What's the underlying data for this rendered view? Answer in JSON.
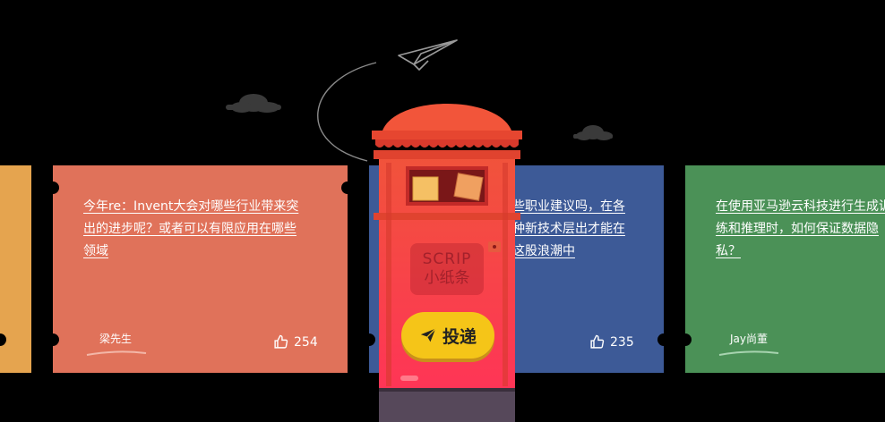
{
  "cards": [
    {
      "id": "card-left-partial",
      "color": "#e5a44f"
    },
    {
      "id": "card-1",
      "color": "#e0725a",
      "question": "今年re：Invent大会对哪些行业带来突出的进步呢？或者可以有限应用在哪些领域",
      "author": "梁先生",
      "likes": "254"
    },
    {
      "id": "card-2",
      "color": "#3d5a97",
      "question": "些职业建议吗，在各种新技术层出才能在这股浪潮中",
      "likes": "235"
    },
    {
      "id": "card-3",
      "color": "#4b9157",
      "question": "在使用亚马逊云科技进行生成训练和推理时，如何保证数据隐私？",
      "author": "Jay尚董"
    }
  ],
  "mailbox": {
    "label_en": "SCRIP",
    "label_cn": "小纸条",
    "send_label": "投递"
  },
  "icons": {
    "paper_plane": "paper-plane-icon",
    "thumbs_up": "thumbs-up-icon",
    "cloud": "cloud-icon",
    "send": "send-icon"
  }
}
